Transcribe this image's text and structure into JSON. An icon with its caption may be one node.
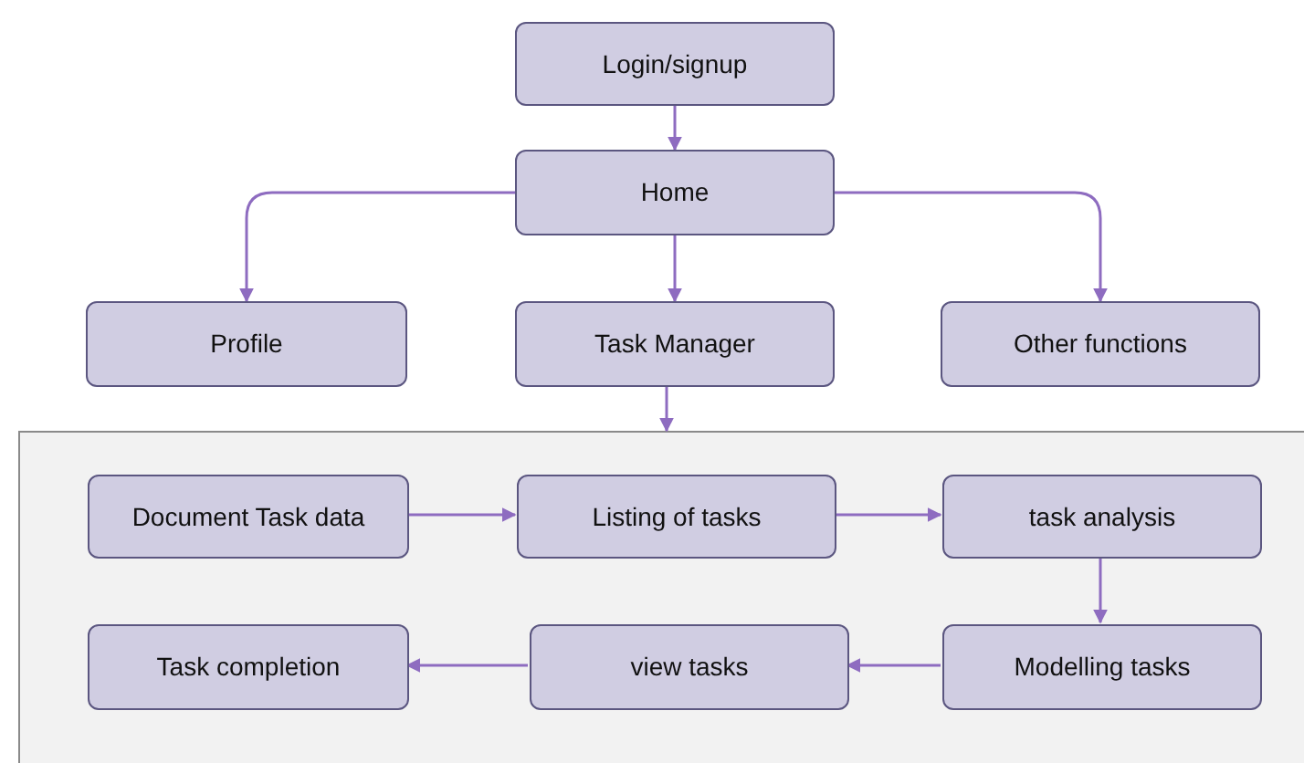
{
  "diagram": {
    "nodes": [
      {
        "text": [
          "Login/signup"
        ]
      },
      {
        "text": [
          "Home"
        ]
      },
      {
        "text": [
          "Profile"
        ]
      },
      {
        "text": [
          "Task Manager"
        ]
      },
      {
        "text": [
          "Other functions"
        ]
      },
      {
        "text": [],
        "shape": "box"
      },
      {
        "text": [
          "Document Task data"
        ],
        "in": 5
      },
      {
        "text": [
          "Listing of tasks"
        ],
        "in": 5
      },
      {
        "text": [
          "task analysis"
        ],
        "in": 5
      },
      {
        "text": [
          "Modelling tasks"
        ],
        "in": 5
      },
      {
        "text": [
          "view tasks"
        ],
        "in": 5
      },
      {
        "text": [
          "Task completion"
        ],
        "in": 5
      }
    ],
    "edges": [
      {
        "from": 0,
        "to": 1,
        "arrow": "to"
      },
      {
        "from": 1,
        "to": 2,
        "arrow": "to"
      },
      {
        "from": 1,
        "to": 3,
        "arrow": "to"
      },
      {
        "from": 1,
        "to": 4,
        "arrow": "to"
      },
      {
        "from": 3,
        "to": 5,
        "arrow": "to"
      },
      {
        "from": 6,
        "to": 7,
        "arrow": "to"
      },
      {
        "from": 7,
        "to": 8,
        "arrow": "to"
      },
      {
        "from": 8,
        "to": 9,
        "arrow": "to"
      },
      {
        "from": 9,
        "to": 10,
        "arrow": "to"
      },
      {
        "from": 10,
        "to": 11,
        "arrow": "to"
      }
    ]
  }
}
